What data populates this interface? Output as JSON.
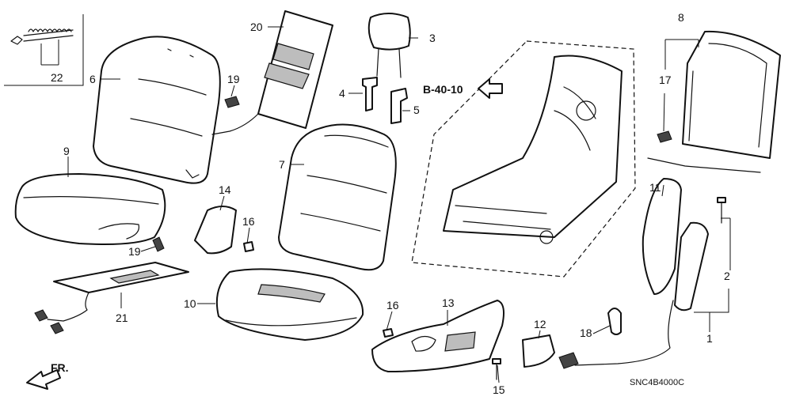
{
  "labels": {
    "p1": "1",
    "p2": "2",
    "p3": "3",
    "p4": "4",
    "p5": "5",
    "p6": "6",
    "p7": "7",
    "p8": "8",
    "p9": "9",
    "p10": "10",
    "p11": "11",
    "p12": "12",
    "p13": "13",
    "p14": "14",
    "p15": "15",
    "p16a": "16",
    "p16b": "16",
    "p17": "17",
    "p18": "18",
    "p19a": "19",
    "p19b": "19",
    "p20": "20",
    "p21": "21",
    "p22": "22"
  },
  "reference": "B-40-10",
  "direction": "FR.",
  "diagram_code": "SNC4B4000C"
}
